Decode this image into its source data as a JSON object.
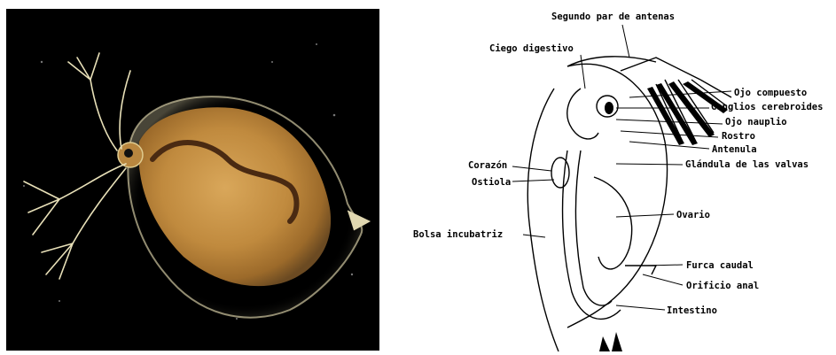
{
  "photo": {
    "subject": "daphnia-photo"
  },
  "diagram": {
    "labels": {
      "segundo_par": "Segundo par de antenas",
      "ciego": "Ciego digestivo",
      "ojo_compuesto": "Ojo compuesto",
      "ganglios": "Ganglios cerebroides",
      "ojo_nauplio": "Ojo nauplio",
      "rostro": "Rostro",
      "antenula": "Antenula",
      "glandula": "Glándula de las valvas",
      "corazon": "Corazón",
      "ostiola": "Ostiola",
      "ovario": "Ovario",
      "bolsa": "Bolsa incubatriz",
      "furca": "Furca caudal",
      "orificio": "Orificio anal",
      "intestino": "Intestino"
    }
  }
}
